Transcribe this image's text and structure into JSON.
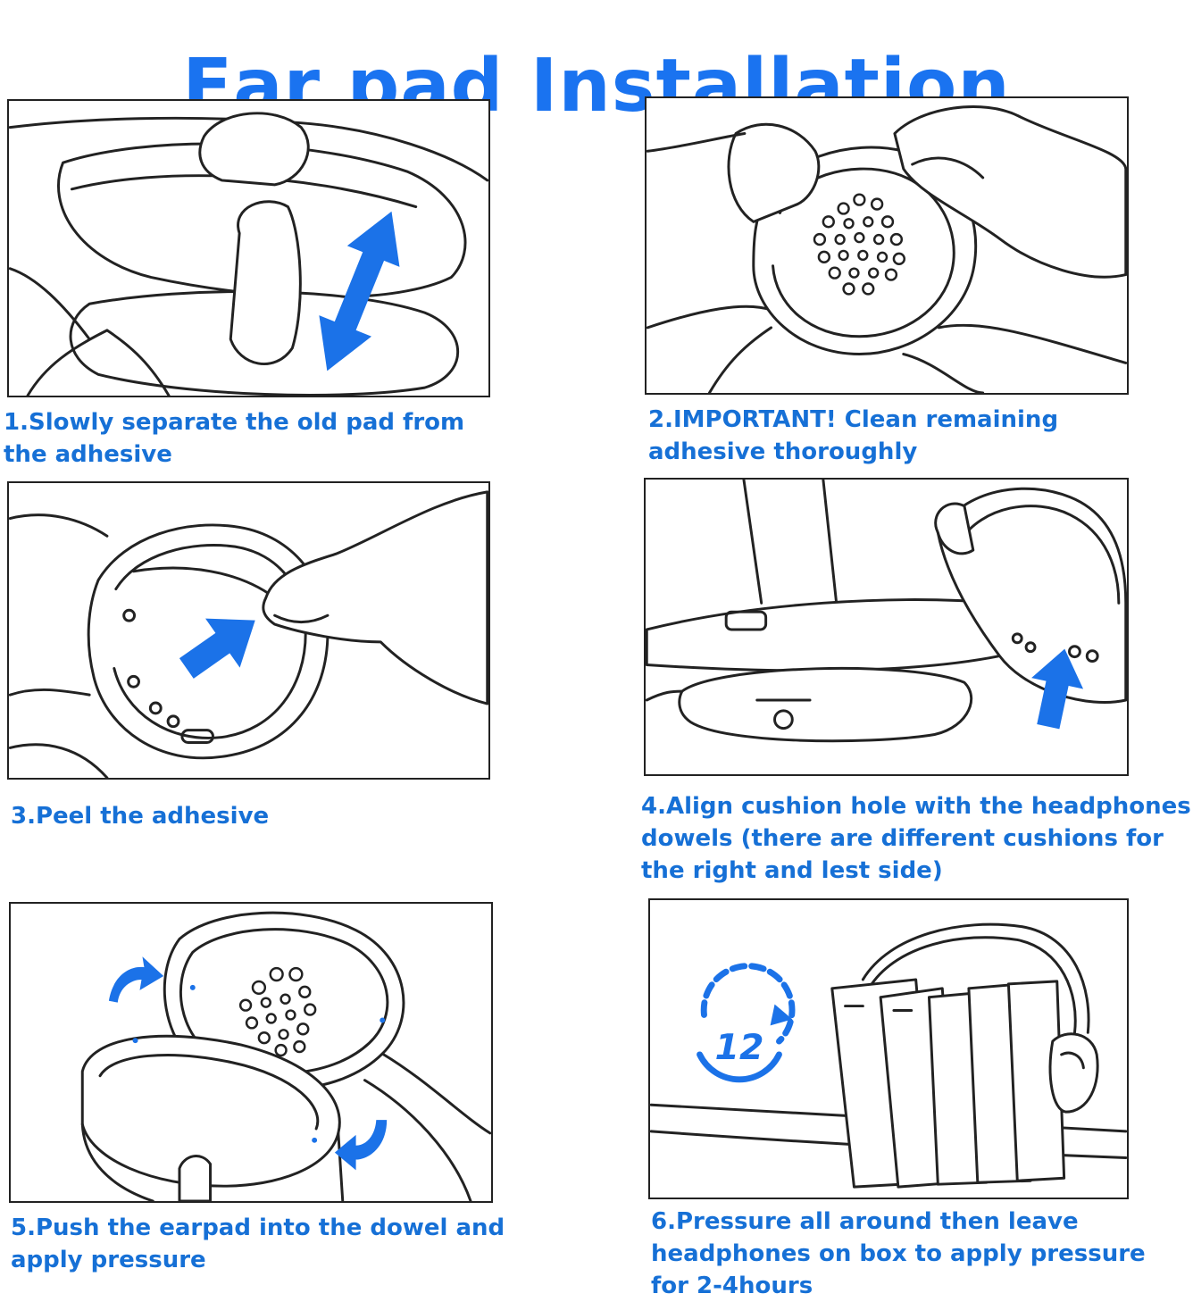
{
  "title": "Ear pad Installation",
  "accent_color": "#1a73f0",
  "caption_color": "#1670d6",
  "steps": [
    {
      "caption": "1.Slowly separate the old pad from the adhesive"
    },
    {
      "caption": "2.IMPORTANT! Clean remaining adhesive thoroughly"
    },
    {
      "caption": "3.Peel the adhesive"
    },
    {
      "caption": "4.Align cushion hole with the headphones dowels (there are different cushions for the right and lest side)"
    },
    {
      "caption": "5.Push the earpad into the dowel and apply pressure"
    },
    {
      "caption": "6.Pressure all around then leave headphones on box to apply pressure for 2-4hours"
    }
  ],
  "clock_number": "12",
  "icons": [
    "double-arrow-icon",
    "speaker-grille-icon",
    "arrow-icon",
    "rotate-arrow-icon",
    "clock-12-icon"
  ]
}
